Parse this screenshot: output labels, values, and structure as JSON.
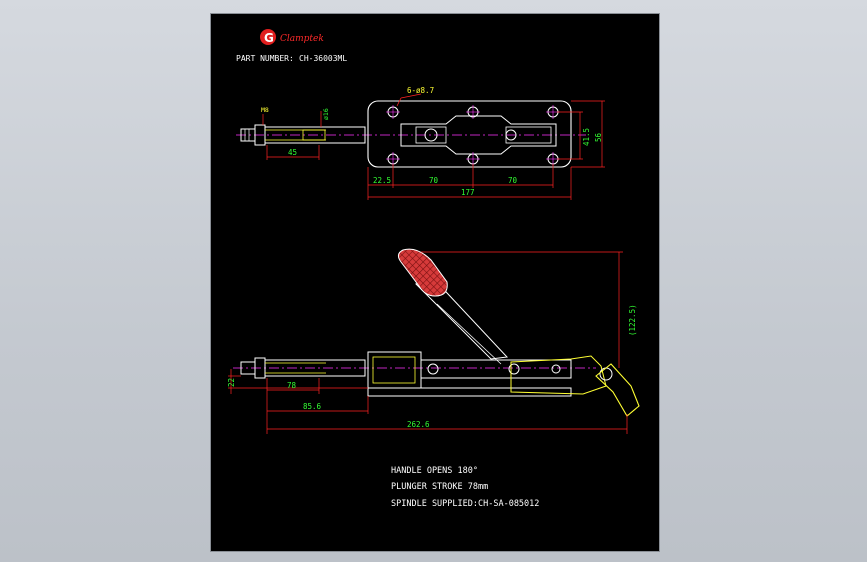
{
  "colors": {
    "sheet": "#000000",
    "outline": "#ffffff",
    "dimension": "#ff2222",
    "dim_text": "#33ff33",
    "centerline": "#ff33ff",
    "handle": "#ff5555",
    "plunger": "#ffff33",
    "logo": "#ff2a2a"
  },
  "header": {
    "logo_letter": "G",
    "logo_name": "Clamptek",
    "part_number_label": "PART NUMBER:",
    "part_number_value": "CH-36003ML"
  },
  "top_view": {
    "hole_callout": "6-ø8.7",
    "thread_label": "M8",
    "rod_diameter": "ø16",
    "dim_rod": "45",
    "dim_hole1": "22.5",
    "dim_hole2": "70",
    "dim_hole3": "70",
    "dim_total": "177",
    "dim_hole_height": "41.5",
    "dim_height": "56"
  },
  "side_view": {
    "dim_handle_height": "(122.5)",
    "dim_base": "22",
    "dim_stroke": "78",
    "dim_rod_len": "85.6",
    "dim_total": "262.6"
  },
  "notes": [
    "HANDLE OPENS 180°",
    "PLUNGER STROKE 78mm",
    "SPINDLE SUPPLIED:CH-SA-085012"
  ]
}
